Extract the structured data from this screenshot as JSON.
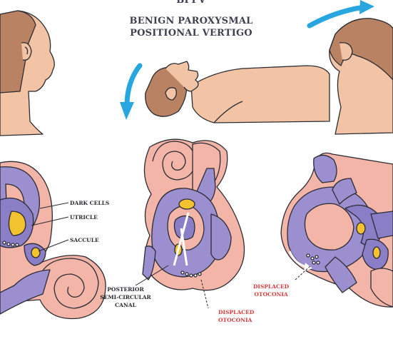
{
  "title_top": "BPPV",
  "title_line1": "BENIGN PAROXYSMAL",
  "title_line2": "POSITIONAL VERTIGO",
  "labels": {
    "dark_cells": "DARK CELLS",
    "utricle": "UTRICLE",
    "saccule": "SACCULE",
    "posterior_1": "POSTERIOR",
    "posterior_2": "SEMI-CIRCULAR",
    "posterior_3": "CANAL",
    "displaced_mid_1": "DISPLACED",
    "displaced_mid_2": "OTOCONIA",
    "displaced_right_1": "DISPLACED",
    "displaced_right_2": "OTOCONIA"
  },
  "colors": {
    "purple": "#9b8fd0",
    "purple_dark": "#6e62b0",
    "skin": "#f2c4a5",
    "pink": "#f3b5a8",
    "arrow": "#27a6e0",
    "yellow": "#f2c230",
    "red": "#d63b3b",
    "outline": "#2b2b33"
  }
}
